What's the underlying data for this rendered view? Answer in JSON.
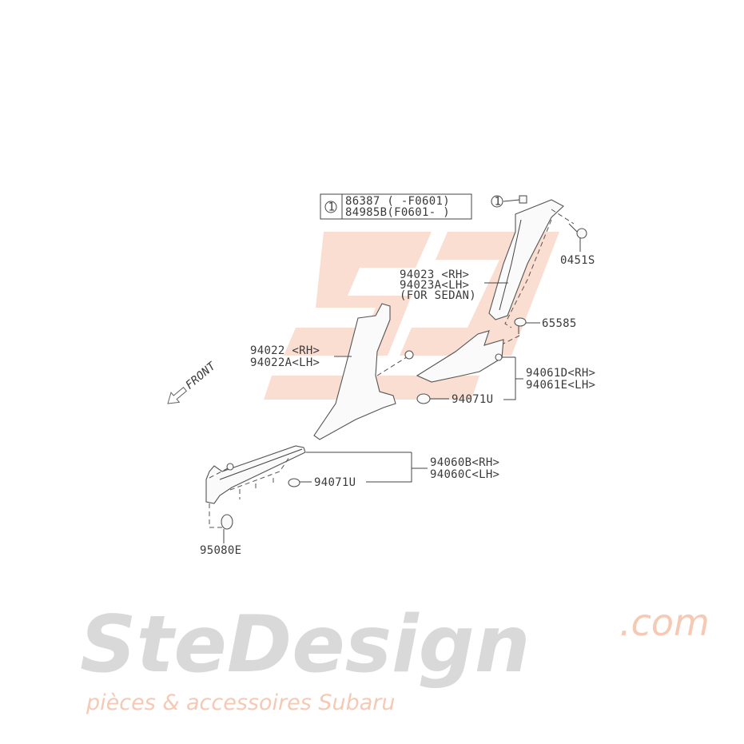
{
  "note_box": {
    "ref": "1",
    "lines": [
      "86387 (  -F0601)",
      "84985B(F0601-  )"
    ]
  },
  "callouts": {
    "ref_clip": "1",
    "screw": "0451S",
    "b_pillar_upper": [
      "94023 <RH>",
      "94023A<LH>",
      "(FOR SEDAN)"
    ],
    "cap": "65585",
    "a_pillar": [
      "94022 <RH>",
      "94022A<LH>"
    ],
    "b_pillar_lower": [
      "94061D<RH>",
      "94061E<LH>"
    ],
    "clip_upper": "94071U",
    "sill": [
      "94060B<RH>",
      "94060C<LH>"
    ],
    "clip_lower": "94071U",
    "grommet": "95080E"
  },
  "direction": {
    "label": "FRONT",
    "icon": "arrow-front-icon"
  },
  "watermark": {
    "brand": "SteDesign",
    "domain": ".com",
    "tagline": "pièces & accessoires Subaru",
    "logo": "SJ",
    "colors": {
      "orange": "#f6c9b5",
      "grey": "#d9d9d9"
    }
  }
}
